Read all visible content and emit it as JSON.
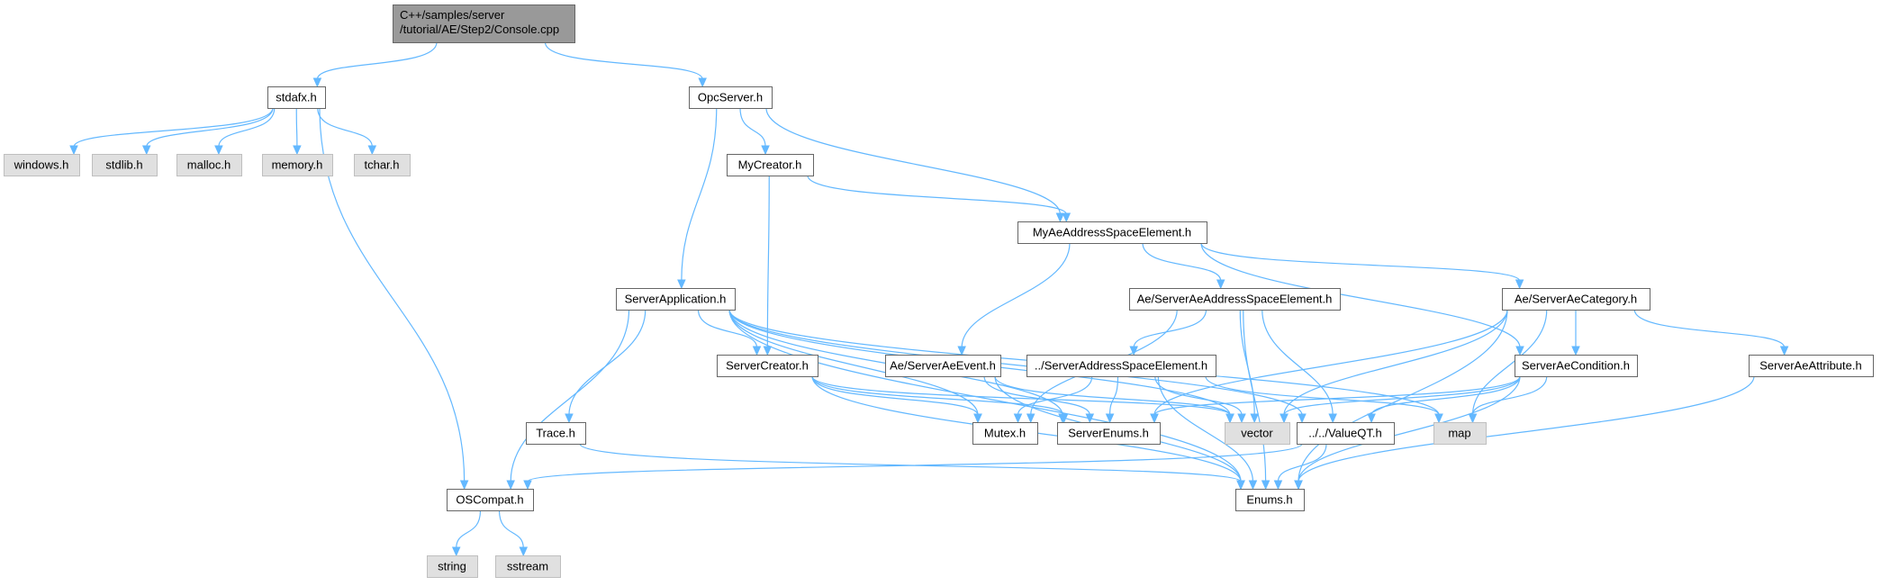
{
  "nodes": {
    "console_cpp": {
      "lines": [
        "C++/samples/server",
        "/tutorial/AE/Step2/Console.cpp"
      ],
      "kind": "root"
    },
    "stdafx_h": {
      "label": "stdafx.h",
      "kind": "normal"
    },
    "opcserver_h": {
      "label": "OpcServer.h",
      "kind": "normal"
    },
    "windows_h": {
      "label": "windows.h",
      "kind": "external"
    },
    "stdlib_h": {
      "label": "stdlib.h",
      "kind": "external"
    },
    "malloc_h": {
      "label": "malloc.h",
      "kind": "external"
    },
    "memory_h": {
      "label": "memory.h",
      "kind": "external"
    },
    "tchar_h": {
      "label": "tchar.h",
      "kind": "external"
    },
    "mycreator_h": {
      "label": "MyCreator.h",
      "kind": "normal"
    },
    "myaeaddressspaceelement_h": {
      "label": "MyAeAddressSpaceElement.h",
      "kind": "normal"
    },
    "serverapplication_h": {
      "label": "ServerApplication.h",
      "kind": "normal"
    },
    "ae_serveraeaddressspaceelement_h": {
      "label": "Ae/ServerAeAddressSpaceElement.h",
      "kind": "normal"
    },
    "ae_serveraecategory_h": {
      "label": "Ae/ServerAeCategory.h",
      "kind": "normal"
    },
    "servercreator_h": {
      "label": "ServerCreator.h",
      "kind": "normal"
    },
    "ae_serveraeevent_h": {
      "label": "Ae/ServerAeEvent.h",
      "kind": "normal"
    },
    "serveraddressspaceelement_h": {
      "label": "../ServerAddressSpaceElement.h",
      "kind": "normal"
    },
    "serveraecondition_h": {
      "label": "ServerAeCondition.h",
      "kind": "normal"
    },
    "serveraeattribute_h": {
      "label": "ServerAeAttribute.h",
      "kind": "normal"
    },
    "trace_h": {
      "label": "Trace.h",
      "kind": "normal"
    },
    "mutex_h": {
      "label": "Mutex.h",
      "kind": "normal"
    },
    "serverenums_h": {
      "label": "ServerEnums.h",
      "kind": "normal"
    },
    "vector": {
      "label": "vector",
      "kind": "external"
    },
    "valueqt_h": {
      "label": "../../ValueQT.h",
      "kind": "normal"
    },
    "map": {
      "label": "map",
      "kind": "external"
    },
    "oscompat_h": {
      "label": "OSCompat.h",
      "kind": "normal"
    },
    "enums_h": {
      "label": "Enums.h",
      "kind": "normal"
    },
    "string": {
      "label": "string",
      "kind": "external"
    },
    "sstream": {
      "label": "sstream",
      "kind": "external"
    }
  },
  "edges": [
    [
      "console_cpp",
      "stdafx_h"
    ],
    [
      "console_cpp",
      "opcserver_h"
    ],
    [
      "stdafx_h",
      "windows_h"
    ],
    [
      "stdafx_h",
      "stdlib_h"
    ],
    [
      "stdafx_h",
      "malloc_h"
    ],
    [
      "stdafx_h",
      "memory_h"
    ],
    [
      "stdafx_h",
      "tchar_h"
    ],
    [
      "stdafx_h",
      "oscompat_h"
    ],
    [
      "opcserver_h",
      "mycreator_h"
    ],
    [
      "opcserver_h",
      "myaeaddressspaceelement_h"
    ],
    [
      "opcserver_h",
      "serverapplication_h"
    ],
    [
      "mycreator_h",
      "myaeaddressspaceelement_h"
    ],
    [
      "mycreator_h",
      "servercreator_h"
    ],
    [
      "myaeaddressspaceelement_h",
      "ae_serveraeevent_h"
    ],
    [
      "myaeaddressspaceelement_h",
      "ae_serveraeaddressspaceelement_h"
    ],
    [
      "myaeaddressspaceelement_h",
      "serveraecondition_h"
    ],
    [
      "myaeaddressspaceelement_h",
      "ae_serveraecategory_h"
    ],
    [
      "serverapplication_h",
      "servercreator_h"
    ],
    [
      "serverapplication_h",
      "trace_h"
    ],
    [
      "serverapplication_h",
      "oscompat_h"
    ],
    [
      "serverapplication_h",
      "mutex_h"
    ],
    [
      "serverapplication_h",
      "serverenums_h"
    ],
    [
      "serverapplication_h",
      "enums_h"
    ],
    [
      "serverapplication_h",
      "vector"
    ],
    [
      "serverapplication_h",
      "map"
    ],
    [
      "serverapplication_h",
      "valueqt_h"
    ],
    [
      "ae_serveraeaddressspaceelement_h",
      "serveraddressspaceelement_h"
    ],
    [
      "ae_serveraeaddressspaceelement_h",
      "mutex_h"
    ],
    [
      "ae_serveraeaddressspaceelement_h",
      "vector"
    ],
    [
      "ae_serveraeaddressspaceelement_h",
      "valueqt_h"
    ],
    [
      "ae_serveraeaddressspaceelement_h",
      "enums_h"
    ],
    [
      "ae_serveraecategory_h",
      "serveraecondition_h"
    ],
    [
      "ae_serveraecategory_h",
      "serveraeattribute_h"
    ],
    [
      "ae_serveraecategory_h",
      "serverenums_h"
    ],
    [
      "ae_serveraecategory_h",
      "vector"
    ],
    [
      "ae_serveraecategory_h",
      "map"
    ],
    [
      "ae_serveraecategory_h",
      "enums_h"
    ],
    [
      "servercreator_h",
      "mutex_h"
    ],
    [
      "servercreator_h",
      "serverenums_h"
    ],
    [
      "servercreator_h",
      "vector"
    ],
    [
      "servercreator_h",
      "enums_h"
    ],
    [
      "ae_serveraeevent_h",
      "serverenums_h"
    ],
    [
      "ae_serveraeevent_h",
      "vector"
    ],
    [
      "ae_serveraeevent_h",
      "enums_h"
    ],
    [
      "serveraddressspaceelement_h",
      "mutex_h"
    ],
    [
      "serveraddressspaceelement_h",
      "serverenums_h"
    ],
    [
      "serveraddressspaceelement_h",
      "vector"
    ],
    [
      "serveraddressspaceelement_h",
      "map"
    ],
    [
      "serveraddressspaceelement_h",
      "enums_h"
    ],
    [
      "serveraecondition_h",
      "serverenums_h"
    ],
    [
      "serveraecondition_h",
      "vector"
    ],
    [
      "serveraecondition_h",
      "valueqt_h"
    ],
    [
      "serveraecondition_h",
      "map"
    ],
    [
      "serveraecondition_h",
      "enums_h"
    ],
    [
      "serveraeattribute_h",
      "enums_h"
    ],
    [
      "trace_h",
      "enums_h"
    ],
    [
      "valueqt_h",
      "oscompat_h"
    ],
    [
      "valueqt_h",
      "enums_h"
    ],
    [
      "oscompat_h",
      "string"
    ],
    [
      "oscompat_h",
      "sstream"
    ]
  ],
  "colors": {
    "edge": "#63b8ff",
    "root_fill": "#999999",
    "node_fill": "#ffffff",
    "node_border": "#666666",
    "external_fill": "#e0e0e0",
    "external_border": "#bfbfbf"
  }
}
